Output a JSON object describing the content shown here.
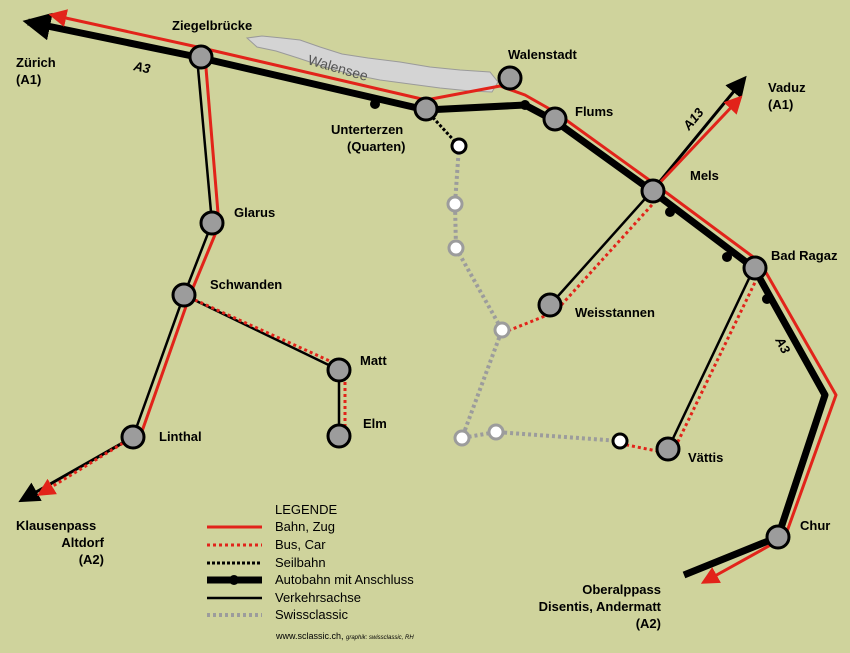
{
  "colors": {
    "background": "#cfd39c",
    "rail": "#e2231a",
    "bus": "#e2231a",
    "cable": "#000000",
    "highway": "#000000",
    "road": "#000000",
    "swissclassic": "#9c9c9c",
    "station": "#9c9c9c",
    "lake": "#d4d4d4"
  },
  "lake": {
    "name": "Walensee"
  },
  "places": {
    "ziegelbruecke": "Ziegelbrücke",
    "walenstadt": "Walenstadt",
    "unterterzen": "Unterterzen",
    "quarten": "(Quarten)",
    "flums": "Flums",
    "mels": "Mels",
    "glarus": "Glarus",
    "schwanden": "Schwanden",
    "matt": "Matt",
    "elm": "Elm",
    "linthal": "Linthal",
    "weisstannen": "Weisstannen",
    "bad_ragaz": "Bad Ragaz",
    "vaettis": "Vättis",
    "chur": "Chur"
  },
  "destinations": {
    "zuerich": {
      "name": "Zürich",
      "road": "(A1)"
    },
    "vaduz": {
      "name": "Vaduz",
      "road": "(A1)"
    },
    "klausenpass": {
      "line1": "Klausenpass",
      "line2": "Altdorf",
      "road": "(A2)"
    },
    "oberalppass": {
      "line1": "Oberalppass",
      "line2": "Disentis, Andermatt",
      "road": "(A2)"
    }
  },
  "road_labels": {
    "a3_west": "A3",
    "a3_east": "A3",
    "a13": "A13"
  },
  "legend": {
    "title": "LEGENDE",
    "items": [
      {
        "key": "rail",
        "label": "Bahn, Zug"
      },
      {
        "key": "bus",
        "label": "Bus, Car"
      },
      {
        "key": "cable",
        "label": "Seilbahn"
      },
      {
        "key": "highway",
        "label": "Autobahn mit Anschluss"
      },
      {
        "key": "road",
        "label": "Verkehrsachse"
      },
      {
        "key": "swissclassic",
        "label": "Swissclassic"
      }
    ]
  },
  "credit": {
    "site": "www.sclassic.ch,",
    "note": "graphik: swissclassic, RH"
  }
}
